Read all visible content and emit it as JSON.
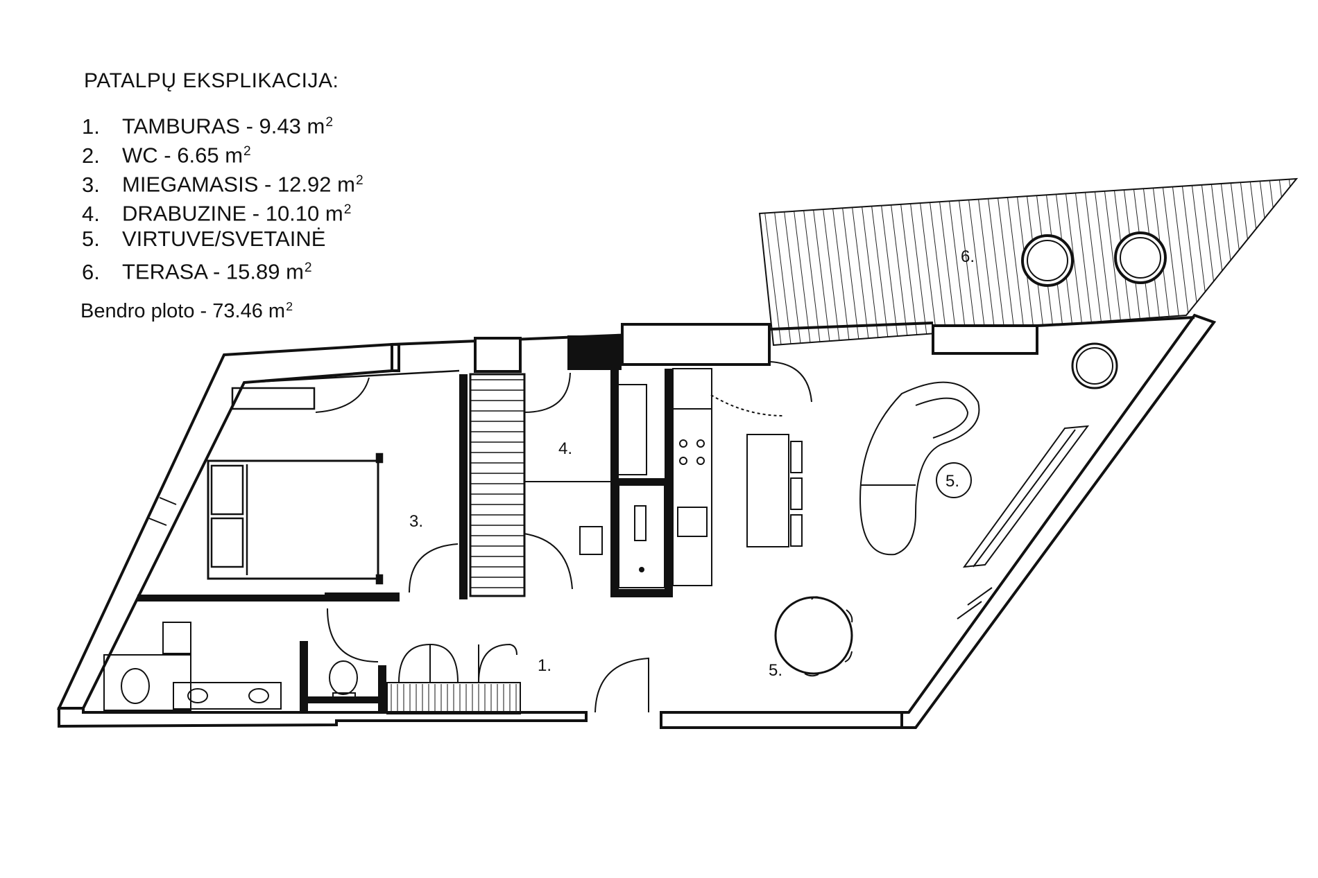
{
  "legend": {
    "title": "PATALPŲ EKSPLIKACIJA:",
    "items": [
      {
        "num": "1.",
        "name": "TAMBURAS",
        "area": "9.43",
        "unit": "m",
        "sup": "2"
      },
      {
        "num": "2.",
        "name": "WC",
        "area": "6.65",
        "unit": "m",
        "sup": "2"
      },
      {
        "num": "3.",
        "name": "MIEGAMASIS",
        "area": "12.92",
        "unit": "m",
        "sup": "2"
      },
      {
        "num": "4.",
        "name": "DRABUZINE",
        "area": "10.10",
        "unit": "m",
        "sup": "2"
      },
      {
        "num": "5.",
        "name": "VIRTUVE/SVETAINĖ",
        "area": "",
        "unit": "",
        "sup": ""
      },
      {
        "num": "6.",
        "name": "TERASA",
        "area": "15.89",
        "unit": "m",
        "sup": "2"
      }
    ],
    "total_label": "Bendro ploto",
    "total_value": "73.46",
    "total_unit": "m",
    "total_sup": "2"
  },
  "rooms": {
    "r1": "1.",
    "r3": "3.",
    "r4": "4.",
    "r5a": "5.",
    "r5b": "5.",
    "r6": "6."
  }
}
